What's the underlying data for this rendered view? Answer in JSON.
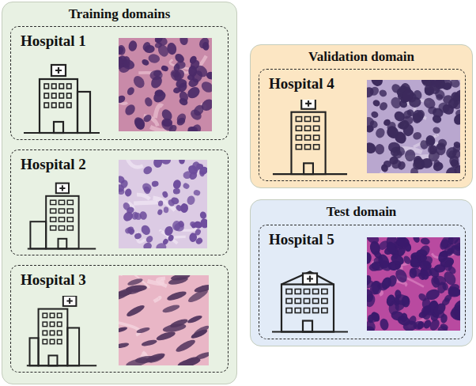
{
  "diagram": {
    "nodes": [
      {
        "text": [
          "Training domains"
        ]
      },
      {
        "text": [
          "Hospital 1"
        ],
        "in": 0
      },
      {
        "text": [
          "Hospital 2"
        ],
        "in": 0
      },
      {
        "text": [
          "Hospital 3"
        ],
        "in": 0
      },
      {
        "text": [
          "Validation domain"
        ]
      },
      {
        "text": [
          "Hospital 4"
        ],
        "in": 4
      },
      {
        "text": [
          "Test domain"
        ]
      },
      {
        "text": [
          "Hospital 5"
        ],
        "in": 6
      }
    ]
  }
}
